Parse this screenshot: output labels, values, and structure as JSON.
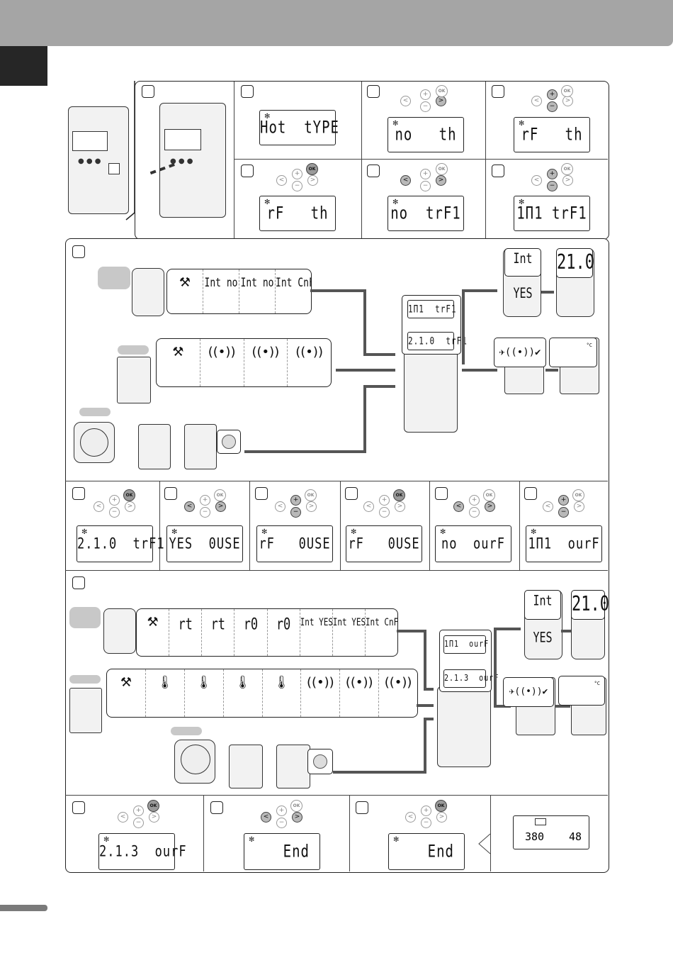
{
  "lcd": {
    "s2": "Hot  tYPE",
    "s3": "no   th",
    "s4": "rF   th",
    "s5": "rF   th",
    "s6": "no  trF1",
    "s7": "1Π1 trF1",
    "s9": "2.1.0  trF1",
    "s10": "YES  0USE",
    "s11": "rF   0USE",
    "s12": "rF   0USE",
    "s13": "no  ourF",
    "s14": "1Π1  ourF",
    "s16": "2.1.3  ourF",
    "s17": "End",
    "s18": "End",
    "s19a": "380",
    "s19b": "48"
  },
  "buttons": {
    "ok": "OK",
    "plus": "+",
    "minus": "−",
    "left": "<",
    "right": ">"
  },
  "step8": {
    "strip1": [
      "Int no",
      "Int no",
      "Int CnF"
    ],
    "center_top": "1Π1  trF1",
    "center_bottom": "2.1.0  trF1",
    "bubble_yes": "Int YES",
    "bubble_temp": "21.0",
    "bubble_unit": "°C"
  },
  "step15": {
    "strip1": [
      "rt",
      "rt",
      "r0",
      "r0",
      "Int YES",
      "Int YES",
      "Int CnF"
    ],
    "center_top": "1Π1  ourF",
    "center_bottom": "2.1.3  ourF",
    "bubble_yes": "Int YES",
    "bubble_temp": "21.0",
    "bubble_unit": "°C"
  },
  "icons": [
    "tools-icon",
    "wireless-icon",
    "sun-icon",
    "thermostat-icon",
    "snowflake-icon"
  ],
  "colors": {
    "header": "#a5a5a5",
    "tab": "#262626",
    "line": "#555555"
  }
}
